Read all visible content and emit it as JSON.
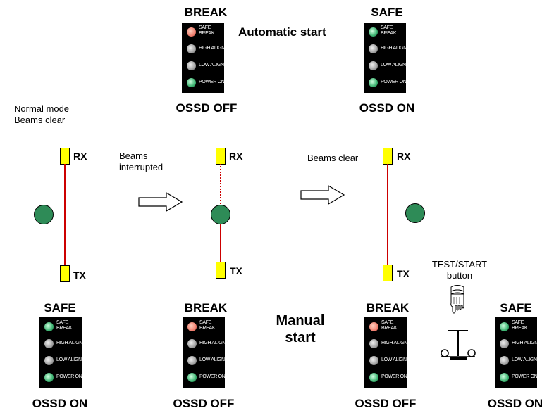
{
  "colors": {
    "led_red": "#f08070",
    "led_green": "#3cb371",
    "led_grey": "#a0a0a0",
    "beam": "#cc0000",
    "sensor": "#ffff00",
    "object": "#2e8b57"
  },
  "automatic": {
    "label": "Automatic start",
    "left_panel": {
      "title": "BREAK",
      "footer": "OSSD OFF"
    },
    "right_panel": {
      "title": "SAFE",
      "footer": "OSSD ON"
    }
  },
  "manual": {
    "label_line1": "Manual",
    "label_line2": "start",
    "panels": [
      {
        "title": "SAFE",
        "footer": "OSSD ON"
      },
      {
        "title": "BREAK",
        "footer": "OSSD OFF"
      },
      {
        "title": "BREAK",
        "footer": "OSSD OFF"
      },
      {
        "title": "SAFE",
        "footer": "OSSD ON"
      }
    ]
  },
  "led_labels": {
    "safe_break": [
      "SAFE",
      "BREAK"
    ],
    "high_align": "HIGH ALIGN",
    "low_align": "LOW ALIGN",
    "power_on": "POWER ON"
  },
  "stages": {
    "normal": [
      "Normal mode",
      "Beams clear"
    ],
    "interrupted": [
      "Beams",
      "interrupted"
    ],
    "cleared": "Beams clear"
  },
  "sensors": {
    "rx": "RX",
    "tx": "TX"
  },
  "test_button": [
    "TEST/START",
    "button"
  ]
}
